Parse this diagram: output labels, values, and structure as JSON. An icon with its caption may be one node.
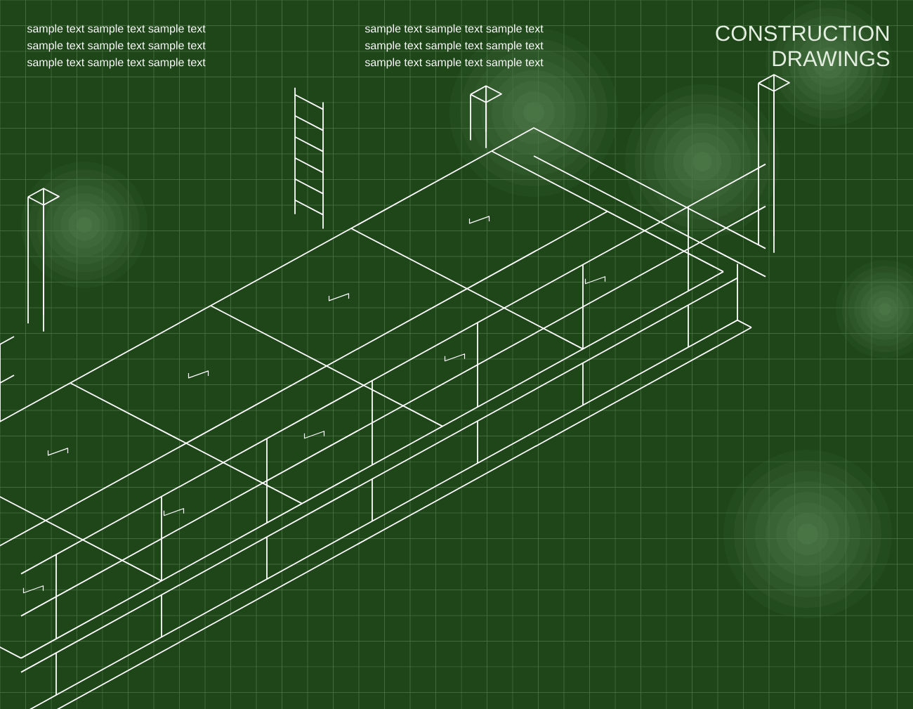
{
  "diagram": {
    "title": "CONSTRUCTION DRAWINGS",
    "labels": [
      "sample text sample text sample text",
      "sample text sample text sample text",
      "sample text sample text sample text",
      "sample text sample text sample text",
      "sample text sample text sample text",
      "sample text sample text sample text"
    ]
  }
}
